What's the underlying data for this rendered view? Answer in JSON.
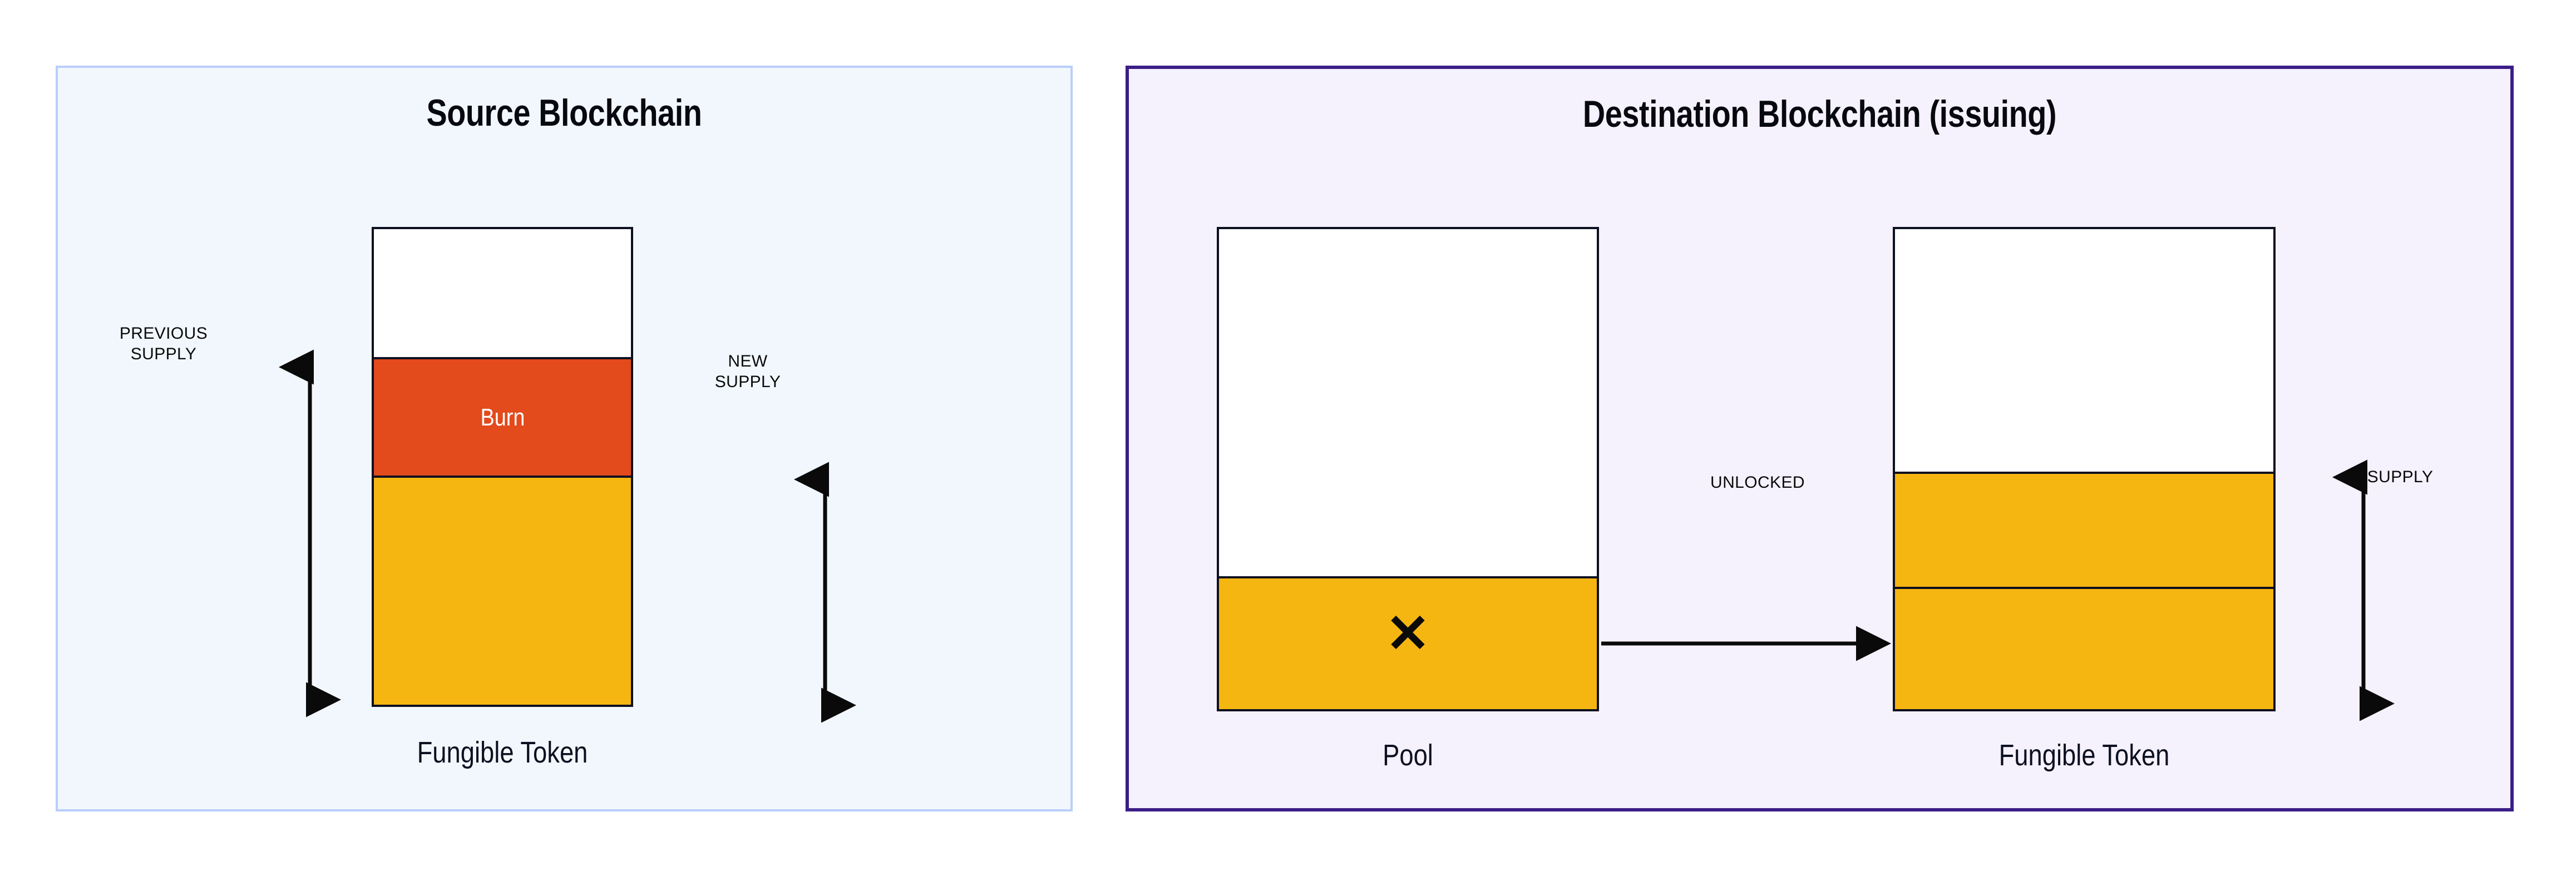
{
  "panels": {
    "source": {
      "title": "Source Blockchain",
      "bg_color": "#f2f7fd",
      "border_color": "#b9cefa",
      "bar_caption": "Fungible Token",
      "burn_label": "Burn",
      "previous_supply_label": "PREVIOUS\nSUPPLY",
      "new_supply_label": "NEW\nSUPPLY"
    },
    "destination": {
      "title": "Destination Blockchain (issuing)",
      "bg_color": "#f5f1fd",
      "border_color": "#3b1e87",
      "pool_caption": "Pool",
      "pool_x_glyph": "✕",
      "token_caption": "Fungible Token",
      "flow_label": "UNLOCKED",
      "supply_label": "SUPPLY"
    }
  },
  "colors": {
    "burn": "#e34a1c",
    "token_gold": "#f6b611",
    "outline": "#0d1020",
    "empty": "#ffffff",
    "arrow": "#0a0a0a"
  }
}
